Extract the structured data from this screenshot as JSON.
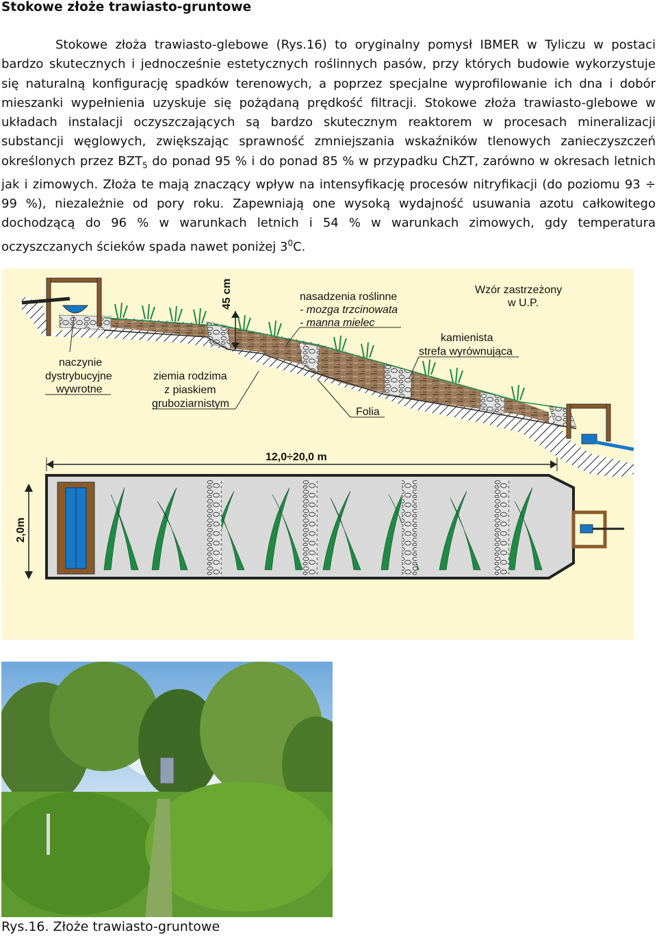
{
  "page": {
    "section_title": "Stokowe złoże trawiasto-gruntowe",
    "paragraph": {
      "p1": "Stokowe złoża trawiasto-glebowe (Rys.16) to oryginalny pomysł IBMER w Tyliczu w postaci bardzo skutecznych i jednocześnie estetycznych roślinnych pasów, przy których budowie wykorzystuje się naturalną konfigurację spadków terenowych, a poprzez specjalne wyprofilowanie ich dna i dobór mieszanki wypełnienia uzyskuje się pożądaną prędkość filtracji. Stokowe złoża trawiasto-glebowe w układach instalacji oczyszczających są bardzo skutecznym reaktorem w procesach mineralizacji substancji węglowych, zwiększając sprawność zmniejszania wskaźników tlenowych zanieczyszczeń określonych przez BZT",
      "sub5": "5",
      "p2": " do ponad 95 % i do ponad 85 % w przypadku ChZT, zarówno w okresach letnich jak i zimowych. Złoża te mają znaczący wpływ na intensyfikację procesów nitryfikacji (do poziomu 93 ÷ 99 %), niezależnie od pory roku. Zapewniają one wysoką wydajność usuwania azotu całkowitego dochodzącą do 96 % w warunkach letnich i 54 % w warunkach zimowych, gdy temperatura oczyszczanych ścieków spada nawet poniżej 3",
      "sup0": "0",
      "p3": "C."
    },
    "caption": "Rys.16. Złoże trawiasto-gruntowe"
  },
  "diagram": {
    "depth": "45 cm",
    "plants_1": "nasadzenia roślinne",
    "plants_2": "- mozga trzcinowata",
    "plants_3": "- manna mielec",
    "patent_1": "Wzór zastrzeżony",
    "patent_2": "w U.P.",
    "stone_1": "kamienista",
    "stone_2": "strefa wyrównująca",
    "vessel_1": "naczynie",
    "vessel_2": "dystrybucyjne",
    "vessel_3": "wywrotne",
    "soil_1": "ziemia rodzima",
    "soil_2": "z piaskiem",
    "soil_3": "gruboziarnistym",
    "foil": "Folia",
    "length": "12,0÷20,0 m",
    "width": "2,0m",
    "colors": {
      "background": "#fdf8d2",
      "patent": "#c0301f",
      "soil": "#8a6b50",
      "grass": "#1f8a44"
    }
  }
}
